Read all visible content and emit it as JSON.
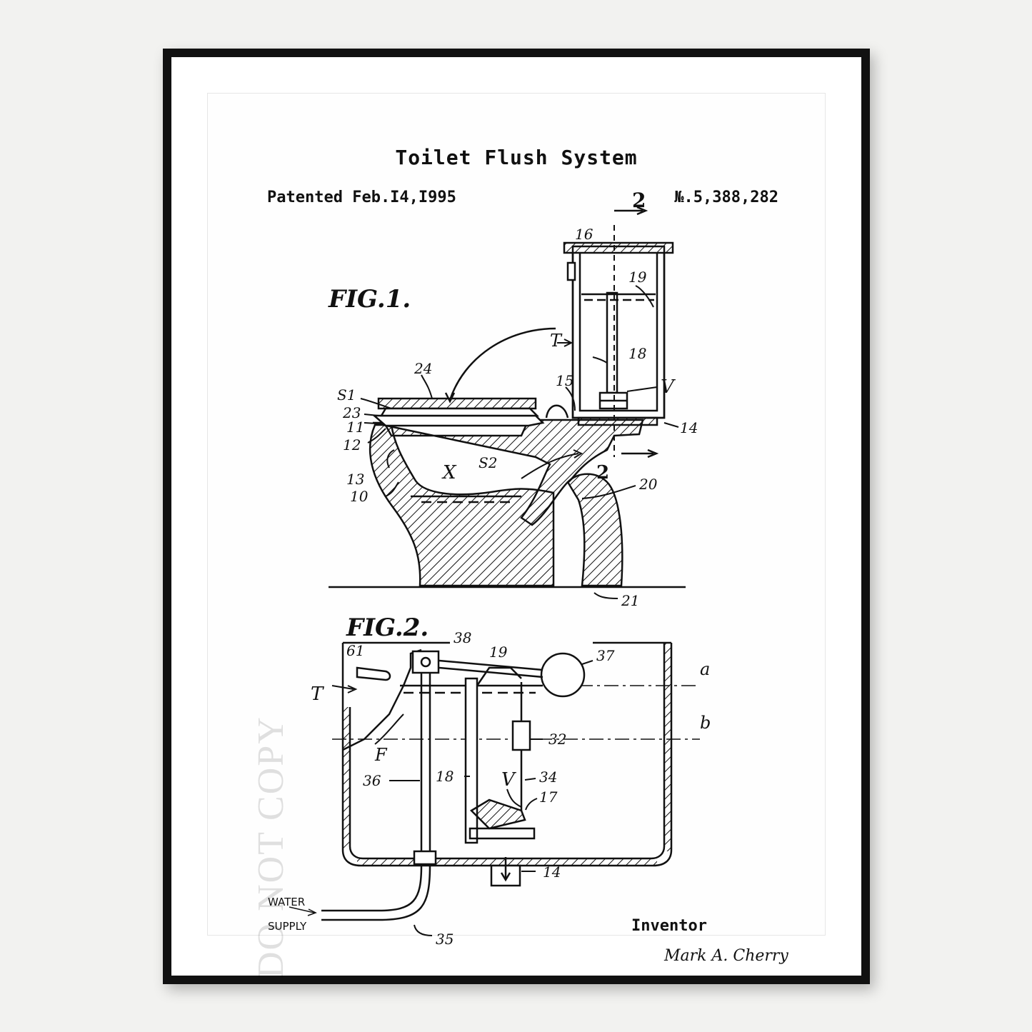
{
  "poster": {
    "title": "Toilet Flush System",
    "patented": "Patented Feb.I4,I995",
    "number": "№.5,388,282",
    "inventor_label": "Inventor",
    "signature": "Mark A. Cherry",
    "watermark": "DO NOT COPY"
  },
  "figures": {
    "fig1": "FIG.1.",
    "fig2": "FIG.2."
  },
  "labels": {
    "fig1": [
      "2",
      "16",
      "19",
      "T",
      "18",
      "24",
      "15",
      "V",
      "S1",
      "23",
      "11",
      "14",
      "12",
      "X",
      "S2",
      "2",
      "13",
      "20",
      "10",
      "21"
    ],
    "fig2": [
      "61",
      "38",
      "19",
      "37",
      "a",
      "T",
      "F",
      "b",
      "32",
      "36",
      "18",
      "V",
      "34",
      "17",
      "14",
      "WATER",
      "SUPPLY",
      "35"
    ]
  }
}
